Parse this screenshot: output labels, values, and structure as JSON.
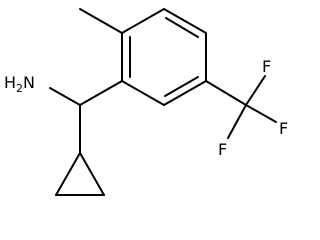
{
  "molecule": {
    "labels": {
      "amine_H": "H",
      "amine_sub": "2",
      "amine_N": "N",
      "fluorine_1": "F",
      "fluorine_2": "F",
      "fluorine_3": "F"
    }
  }
}
